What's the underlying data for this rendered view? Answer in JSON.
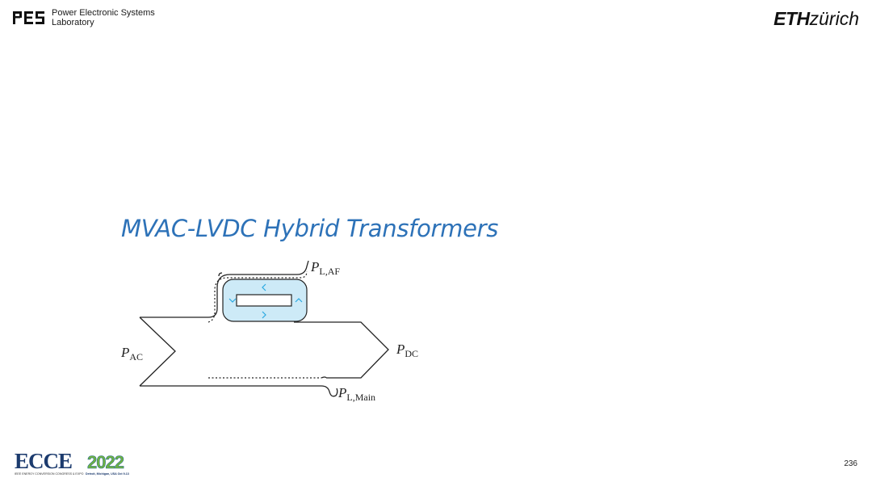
{
  "header": {
    "lab_name_line1": "Power Electronic Systems",
    "lab_name_line2": "Laboratory",
    "pes_logo_text": "PES",
    "eth_bold": "ETH",
    "eth_light": "zürich"
  },
  "slide": {
    "title": "MVAC-LVDC Hybrid Transformers",
    "page_number": "236"
  },
  "diagram": {
    "labels": {
      "p_main": "P",
      "p_ac_sub": "AC",
      "p_dc_sub": "DC",
      "p_laf_sub": "L,AF",
      "p_lmain_sub": "L,Main"
    },
    "colors": {
      "converter_fill": "#cdeaf7",
      "converter_arrows": "#29a8e0",
      "line": "#222222"
    }
  },
  "footer": {
    "ecce_logo_text": "ECCE",
    "ecce_year": "2022",
    "ecce_caption": "IEEE ENERGY CONVERSION CONGRESS & EXPO",
    "ecce_location": "Detroit, Michigan, USA Oct 9-13"
  }
}
